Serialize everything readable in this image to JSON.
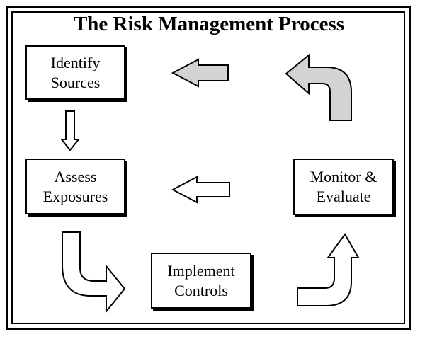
{
  "title": "The Risk Management Process",
  "steps": {
    "identify": {
      "line1": "Identify",
      "line2": "Sources"
    },
    "assess": {
      "line1": "Assess",
      "line2": "Exposures"
    },
    "implement": {
      "line1": "Implement",
      "line2": "Controls"
    },
    "monitor": {
      "line1": "Monitor &",
      "line2": "Evaluate"
    }
  },
  "colors": {
    "shaded_arrow_fill": "#d3d3d3",
    "line": "#000000",
    "background": "#ffffff"
  }
}
